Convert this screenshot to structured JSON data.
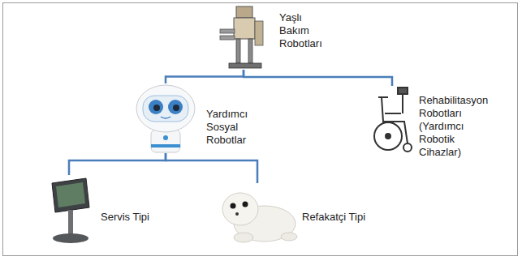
{
  "diagram": {
    "nodes": [
      {
        "text": [
          "Yaşlı Bakım Robotları"
        ]
      },
      {
        "text": [
          "Yardımcı Sosyal Robotlar"
        ]
      },
      {
        "text": [
          "Rehabilitasyon Robotları (Yardımcı Robotik Cihazlar)"
        ]
      },
      {
        "text": [
          "Servis Tipi"
        ]
      },
      {
        "text": [
          "Refakatçi Tipi"
        ]
      }
    ],
    "edges": [
      {
        "from": 0,
        "to": 1,
        "arrow": "none"
      },
      {
        "from": 0,
        "to": 2,
        "arrow": "none"
      },
      {
        "from": 1,
        "to": 3,
        "arrow": "none"
      },
      {
        "from": 1,
        "to": 4,
        "arrow": "none"
      }
    ]
  }
}
